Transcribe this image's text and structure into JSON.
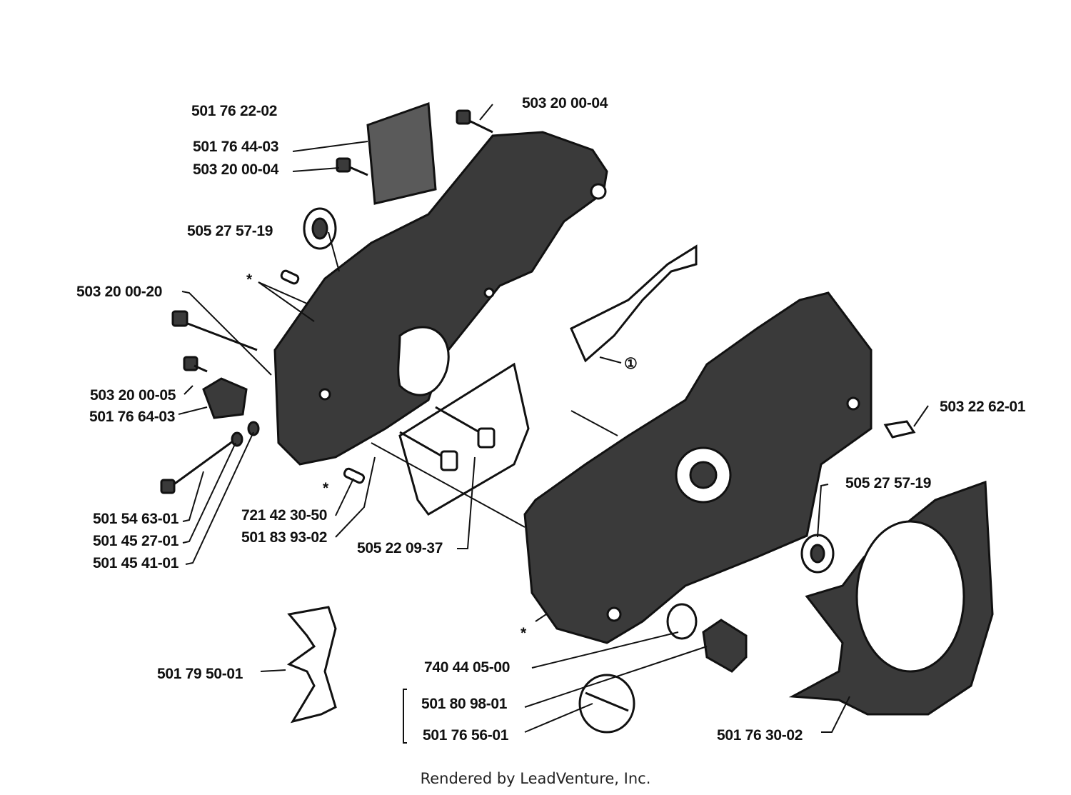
{
  "labels": {
    "l01": "501 76 22-02",
    "l02": "503 20 00-04",
    "l03": "501 76 44-03",
    "l04": "503 20 00-04",
    "l05": "505 27 57-19",
    "l06": "503 20 00-20",
    "l07": "503 20 00-05",
    "l08": "501 76 64-03",
    "l09": "501 54 63-01",
    "l10": "501 45 27-01",
    "l11": "501 45 41-01",
    "l12": "721 42 30-50",
    "l13": "501 83 93-02",
    "l14": "505 22 09-37",
    "l15": "503 22 62-01",
    "l16": "505 27 57-19",
    "l17": "501 79 50-01",
    "l18": "740 44 05-00",
    "l19": "501 80 98-01",
    "l20": "501 76 56-01",
    "l21": "501 76 30-02",
    "callout": "①",
    "star_a": "*",
    "star_b": "*",
    "star_c": "*"
  },
  "footer": "Rendered by LeadVenture, Inc."
}
